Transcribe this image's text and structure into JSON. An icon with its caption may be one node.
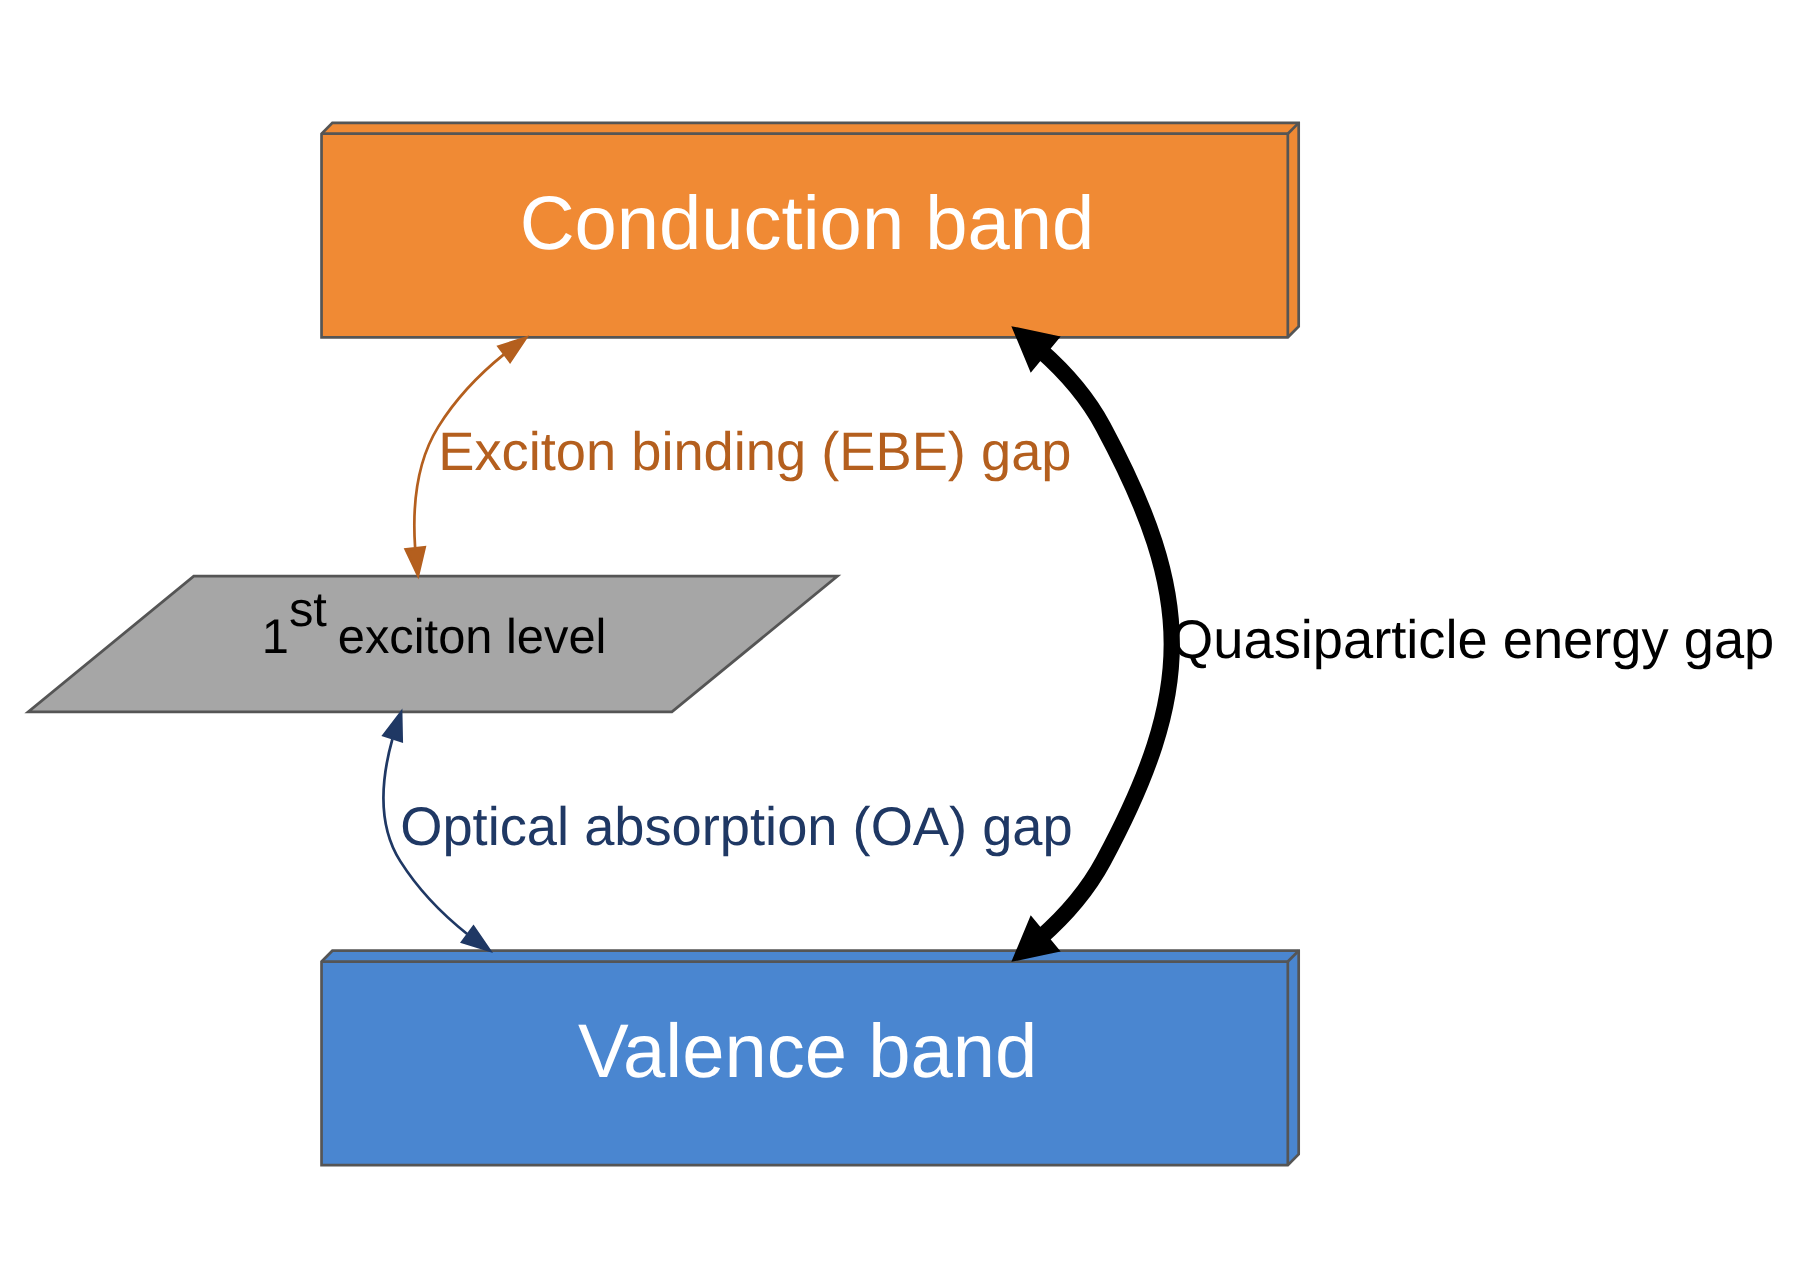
{
  "diagram": {
    "nodes": [
      {
        "text": [
          "Conduction band"
        ]
      },
      {
        "text": [
          "1$^{st}$ exciton level"
        ]
      },
      {
        "text": [
          "Valence band"
        ]
      }
    ],
    "edges": [
      {
        "from": 0,
        "to": 1,
        "arrow": "both",
        "label": "Exciton binding (EBE) gap",
        "color": "#b45f1e"
      },
      {
        "from": 1,
        "to": 2,
        "arrow": "both",
        "label": "Optical absorption (OA) gap",
        "color": "#1f3864"
      },
      {
        "from": 0,
        "to": 2,
        "arrow": "both",
        "label": "Quasiparticle energy gap",
        "style": "thick",
        "color": "#000000"
      }
    ]
  }
}
